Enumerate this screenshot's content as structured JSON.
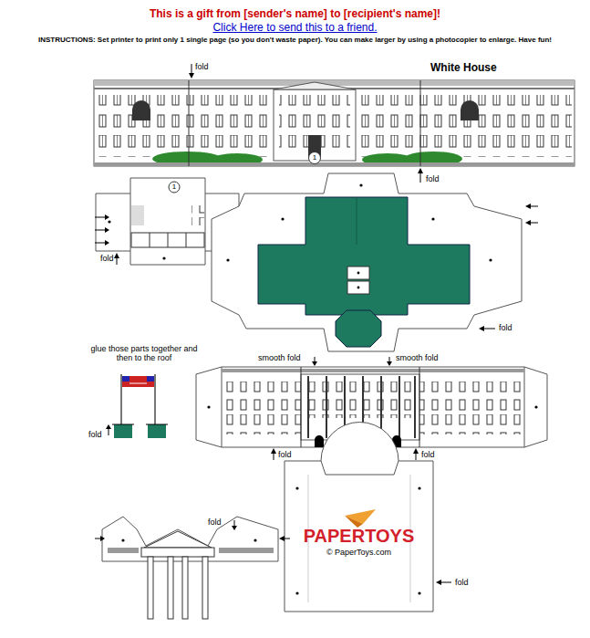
{
  "diagram": {
    "title": "This is a gift from [sender's name] to [recipient's name]!",
    "labels": [
      "Click Here to send this to a friend.",
      "INSTRUCTIONS: Set printer to print only 1 single page (so you don't waste paper). You can make larger by using a photocopier to enlarge. Have fun!",
      "fold",
      "White House",
      "1",
      "fold",
      "1",
      "fold",
      "fold",
      "glue those parts together and then to the roof",
      "fold",
      "smooth fold",
      "smooth fold",
      "fold",
      "fold",
      "PAPERTOYS",
      "© PaperToys.com",
      "fold",
      "fold"
    ]
  }
}
